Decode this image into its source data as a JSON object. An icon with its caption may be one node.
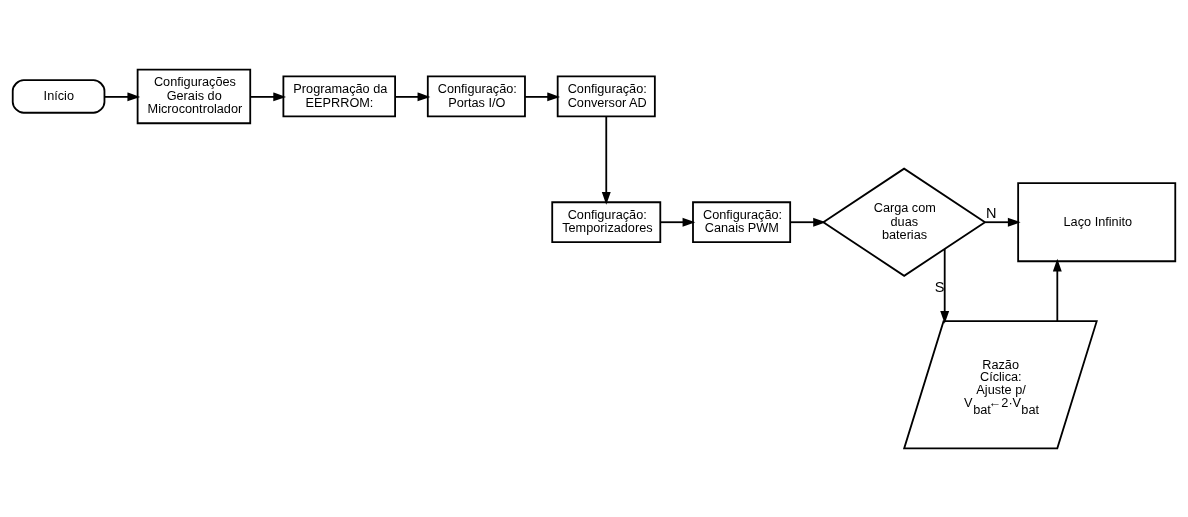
{
  "diagram": {
    "nodes": [
      {
        "text": [
          "Início"
        ]
      },
      {
        "text": [
          "Configurações Gerais do Microcontrolador"
        ]
      },
      {
        "text": [
          "Programação da EEPRROM:"
        ]
      },
      {
        "text": [
          "Configuração: Portas I/O"
        ]
      },
      {
        "text": [
          "Configuração: Conversor AD"
        ]
      },
      {
        "text": [
          "Configuração: Temporizadores"
        ]
      },
      {
        "text": [
          "Configuração: Canais PWM"
        ]
      },
      {
        "text": [
          "Carga com duas baterias"
        ]
      },
      {
        "text": [
          "Laço Infinito"
        ]
      },
      {
        "text": [
          "Razão Cíclica: Ajuste p/ V$_{bat}$←2·V$_{bat}$"
        ]
      }
    ],
    "edges": [
      {
        "from": 0,
        "to": 1,
        "arrow": "to"
      },
      {
        "from": 1,
        "to": 2,
        "arrow": "to"
      },
      {
        "from": 2,
        "to": 3,
        "arrow": "to"
      },
      {
        "from": 3,
        "to": 4,
        "arrow": "to"
      },
      {
        "from": 4,
        "to": 5,
        "arrow": "to"
      },
      {
        "from": 5,
        "to": 6,
        "arrow": "to"
      },
      {
        "from": 6,
        "to": 7,
        "arrow": "to"
      },
      {
        "from": 7,
        "to": 8,
        "arrow": "to",
        "label": "N"
      },
      {
        "from": 7,
        "to": 9,
        "arrow": "to",
        "label": "S"
      },
      {
        "from": 9,
        "to": 8,
        "arrow": "to"
      }
    ]
  }
}
